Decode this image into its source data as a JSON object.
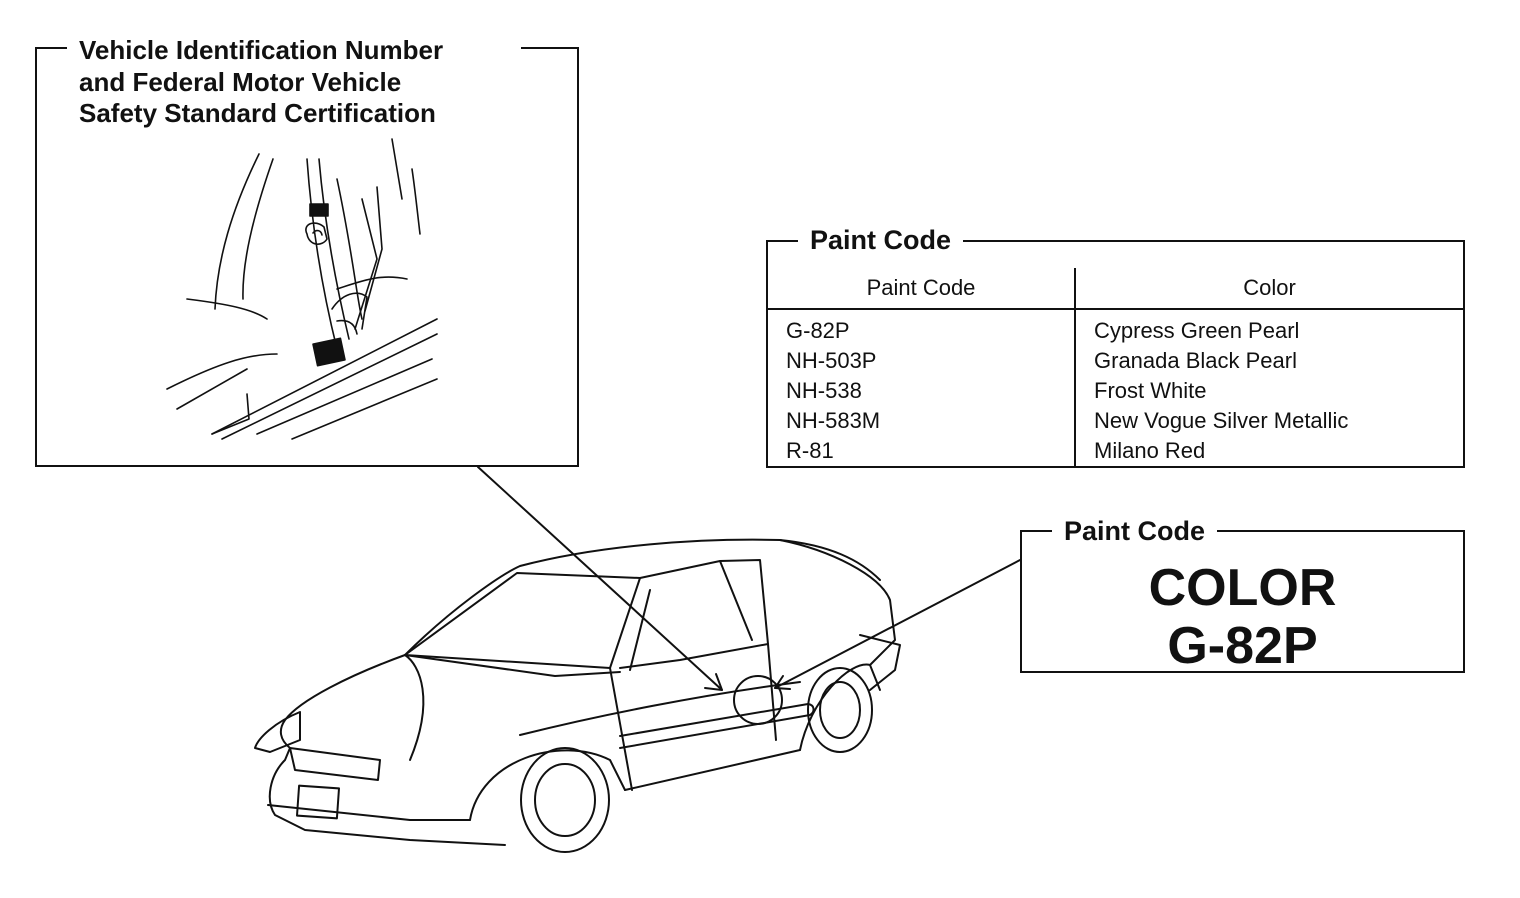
{
  "vin_panel": {
    "title_lines": [
      "Vehicle Identification Number",
      "and Federal Motor Vehicle",
      "Safety Standard Certification"
    ]
  },
  "paint_code_table": {
    "title": "Paint Code",
    "headers": [
      "Paint Code",
      "Color"
    ],
    "rows": [
      {
        "code": "G-82P",
        "color": "Cypress Green Pearl"
      },
      {
        "code": "NH-503P",
        "color": "Granada Black Pearl"
      },
      {
        "code": "NH-538",
        "color": "Frost White"
      },
      {
        "code": "NH-583M",
        "color": "New Vogue Silver Metallic"
      },
      {
        "code": "R-81",
        "color": "Milano Red"
      }
    ]
  },
  "paint_code_label": {
    "title": "Paint Code",
    "label_line1": "COLOR",
    "label_line2": "G-82P"
  },
  "colors": {
    "ink": "#111111",
    "background": "#ffffff"
  }
}
